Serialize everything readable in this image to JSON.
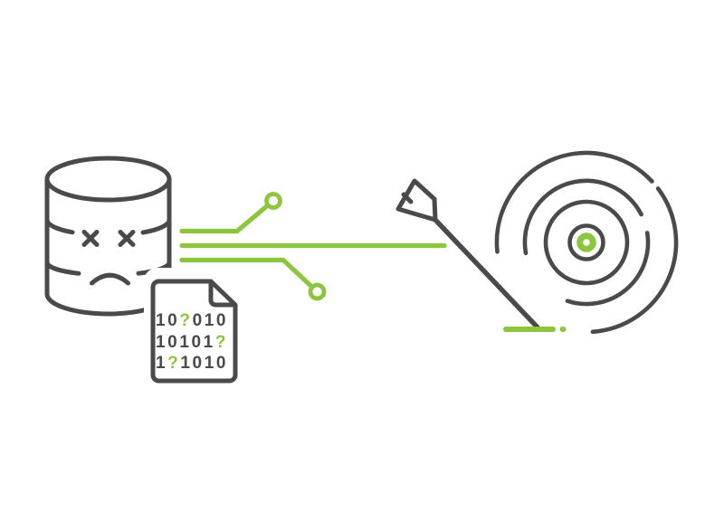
{
  "illustration": {
    "description": "Dead database leaking binary data over circuit traces while an arrow lands beside a bullseye target",
    "background_color": "#ffffff"
  },
  "colors": {
    "dark": "#4a4a4b",
    "green": "#8cc63f",
    "paper": "#ffffff"
  },
  "icons": [
    {
      "name": "dead-database-icon"
    },
    {
      "name": "binary-document-icon"
    },
    {
      "name": "circuit-traces-icon"
    },
    {
      "name": "arrow-icon"
    },
    {
      "name": "target-icon"
    },
    {
      "name": "missed-shot-dash-icon"
    }
  ],
  "document": {
    "binary_lines": [
      {
        "pre": "10",
        "missing": "?",
        "post": "010"
      },
      {
        "pre": "10101",
        "missing": "?",
        "post": ""
      },
      {
        "pre": "1",
        "missing": "?",
        "post": "1010"
      }
    ]
  }
}
